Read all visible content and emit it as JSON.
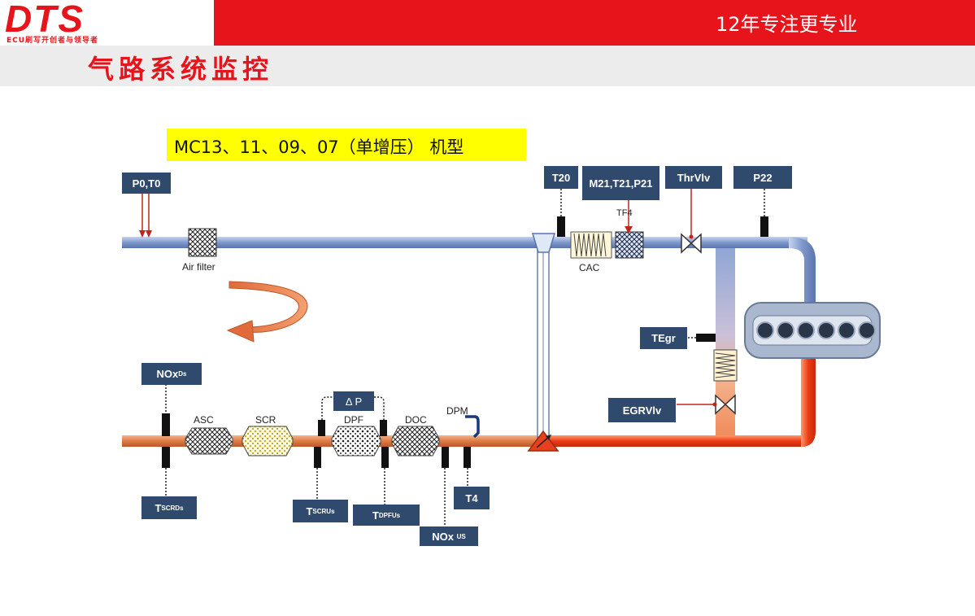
{
  "header": {
    "logo": "DTS",
    "logo_tagline": "ECU刷写开创者与领导者",
    "slogan": "12年专注更专业",
    "title": "气路系统监控"
  },
  "model": "MC13、11、09、07（单增压） 机型",
  "labels": {
    "p0t0": "P0,T0",
    "t20": "T20",
    "m21": "M21,T21,P21",
    "thrvlv": "ThrVlv",
    "p22": "P22",
    "tegr": "TEgr",
    "egrvlv": "EGRVlv",
    "nox_ds": "NOx",
    "nox_ds_sub": "Ds",
    "t_scr_ds": "T",
    "t_scr_ds_sub": "SCRDs",
    "t_scr_us": "T",
    "t_scr_us_sub": "SCRUs",
    "t_dpf_us": "T",
    "t_dpf_us_sub": "DPFUs",
    "nox_us": "NOx",
    "nox_us_sub": "US",
    "t4": "T4",
    "delta_p": "Δ P"
  },
  "captions": {
    "air_filter": "Air filter",
    "cac": "CAC",
    "tf4": "TF4",
    "asc": "ASC",
    "scr": "SCR",
    "dpf": "DPF",
    "doc": "DOC",
    "dpm": "DPM"
  },
  "colors": {
    "brand_red": "#e8141b",
    "label_bg": "#2f4a6d",
    "intake_pipe": "#8fa6d4",
    "exhaust_pipe": "#e8834c",
    "hot_exhaust": "#e83c1a",
    "highlight": "#ffff00"
  }
}
